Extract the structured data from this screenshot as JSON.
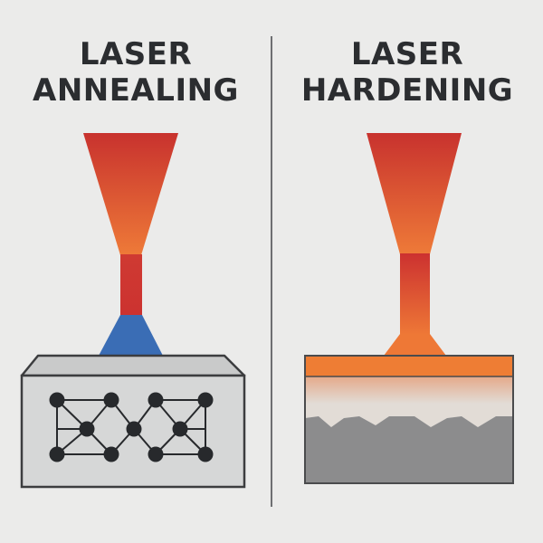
{
  "panels": [
    {
      "title_line1": "LASER",
      "title_line2": "ANNEALING"
    },
    {
      "title_line1": "LASER",
      "title_line2": "HARDENING"
    }
  ],
  "colors": {
    "background": "#ebebea",
    "text": "#2b2d30",
    "beam_top": "#c8322e",
    "beam_bottom": "#ee7a38",
    "beam_neck": "#cc3532",
    "annealing_spot": "#3a6db5",
    "block_face": "#d6d7d7",
    "block_top": "#c9caca",
    "block_outline": "#3c3d3f",
    "lattice": "#27292c",
    "hardened_layer": "#ee7d34",
    "heat_zone": "#e8c1ad",
    "core_material": "#8c8c8d",
    "divider": "#6e6f72"
  },
  "icons": {
    "left_beam": "laser-beam-icon",
    "right_beam": "laser-beam-icon",
    "lattice": "atomic-lattice-icon"
  }
}
